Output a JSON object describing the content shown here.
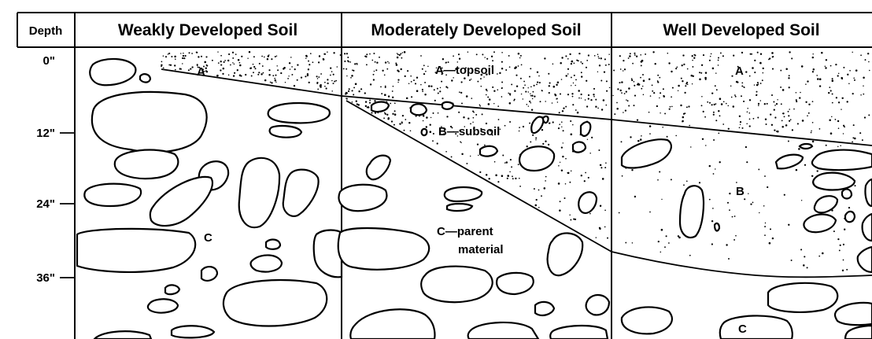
{
  "header": {
    "depth": "Depth",
    "columns": [
      "Weakly Developed Soil",
      "Moderately Developed Soil",
      "Well Developed Soil"
    ]
  },
  "depth_ticks": [
    "0\"",
    "12\"",
    "24\"",
    "36\""
  ],
  "labels": {
    "weak_a": "A",
    "weak_c": "C",
    "moderate_a": "A—topsoil",
    "moderate_b": "B—subsoil",
    "moderate_c_line1": "C—parent",
    "moderate_c_line2": "material",
    "well_a": "A",
    "well_b": "B",
    "well_c": "C"
  },
  "colors": {
    "ink": "#000000",
    "paper": "#ffffff"
  }
}
